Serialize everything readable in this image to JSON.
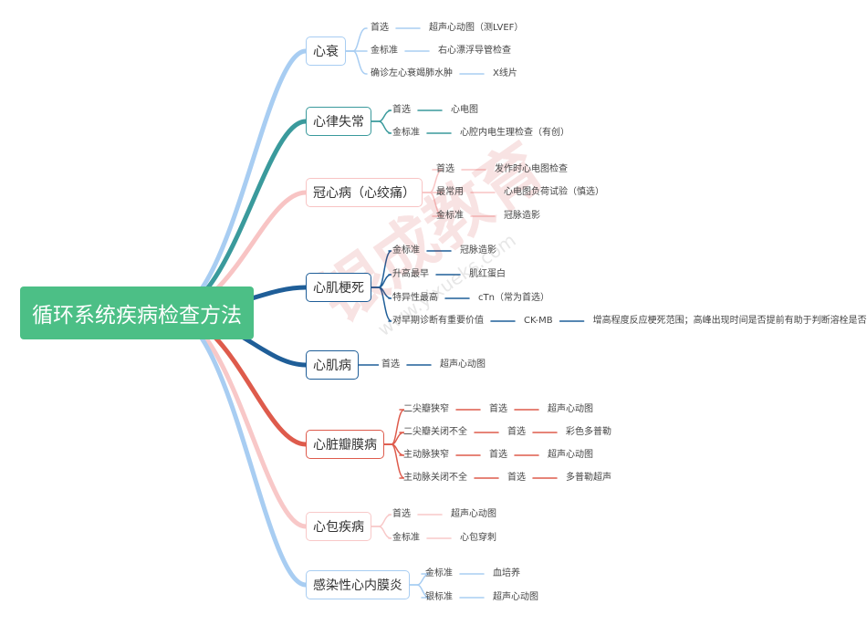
{
  "root": {
    "label": "循环系统疾病检查方法",
    "color": "#4cbf86"
  },
  "watermark": {
    "brand": "银成教育",
    "site": "www.yixueks.com"
  },
  "branches": [
    {
      "label": "心衰",
      "color": "#a8cdf2",
      "children": [
        {
          "label": "首选",
          "children": [
            {
              "label": "超声心动图（测LVEF）"
            }
          ]
        },
        {
          "label": "金标准",
          "children": [
            {
              "label": "右心漂浮导管检查"
            }
          ]
        },
        {
          "label": "确诊左心衰竭肺水肿",
          "children": [
            {
              "label": "X线片"
            }
          ]
        }
      ]
    },
    {
      "label": "心律失常",
      "color": "#3a9a9c",
      "children": [
        {
          "label": "首选",
          "children": [
            {
              "label": "心电图"
            }
          ]
        },
        {
          "label": "金标准",
          "children": [
            {
              "label": "心腔内电生理检查（有创）"
            }
          ]
        }
      ]
    },
    {
      "label": "冠心病（心绞痛）",
      "color": "#f8c4c4",
      "children": [
        {
          "label": "首选",
          "children": [
            {
              "label": "发作时心电图检查"
            }
          ]
        },
        {
          "label": "最常用",
          "children": [
            {
              "label": "心电图负荷试验（慎选）"
            }
          ]
        },
        {
          "label": "金标准",
          "children": [
            {
              "label": "冠脉造影"
            }
          ]
        }
      ]
    },
    {
      "label": "心肌梗死",
      "color": "#1f5e98",
      "children": [
        {
          "label": "金标准",
          "children": [
            {
              "label": "冠脉造影"
            }
          ]
        },
        {
          "label": "升高最早",
          "children": [
            {
              "label": "肌红蛋白"
            }
          ]
        },
        {
          "label": "特异性最高",
          "children": [
            {
              "label": "cTn（常为首选）"
            }
          ]
        },
        {
          "label": "对早期诊断有重要价值",
          "children": [
            {
              "label": "CK-MB",
              "children": [
                {
                  "label": "增高程度反应梗死范围；高峰出现时间是否提前有助于判断溶栓是否成功"
                }
              ]
            }
          ]
        }
      ]
    },
    {
      "label": "心肌病",
      "color": "#1f5e98",
      "children": [
        {
          "label": "首选",
          "children": [
            {
              "label": "超声心动图"
            }
          ]
        }
      ]
    },
    {
      "label": "心脏瓣膜病",
      "color": "#de5b4c",
      "children": [
        {
          "label": "二尖瓣狭窄",
          "children": [
            {
              "label": "首选",
              "children": [
                {
                  "label": "超声心动图"
                }
              ]
            }
          ]
        },
        {
          "label": "二尖瓣关闭不全",
          "children": [
            {
              "label": "首选",
              "children": [
                {
                  "label": "彩色多普勒"
                }
              ]
            }
          ]
        },
        {
          "label": "主动脉狭窄",
          "children": [
            {
              "label": "首选",
              "children": [
                {
                  "label": "超声心动图"
                }
              ]
            }
          ]
        },
        {
          "label": "主动脉关闭不全",
          "children": [
            {
              "label": "首选",
              "children": [
                {
                  "label": "多普勒超声"
                }
              ]
            }
          ]
        }
      ]
    },
    {
      "label": "心包疾病",
      "color": "#f8c8c8",
      "children": [
        {
          "label": "首选",
          "children": [
            {
              "label": "超声心动图"
            }
          ]
        },
        {
          "label": "金标准",
          "children": [
            {
              "label": "心包穿刺"
            }
          ]
        }
      ]
    },
    {
      "label": "感染性心内膜炎",
      "color": "#a8cdf2",
      "children": [
        {
          "label": "金标准",
          "children": [
            {
              "label": "血培养"
            }
          ]
        },
        {
          "label": "银标准",
          "children": [
            {
              "label": "超声心动图"
            }
          ]
        }
      ]
    }
  ]
}
